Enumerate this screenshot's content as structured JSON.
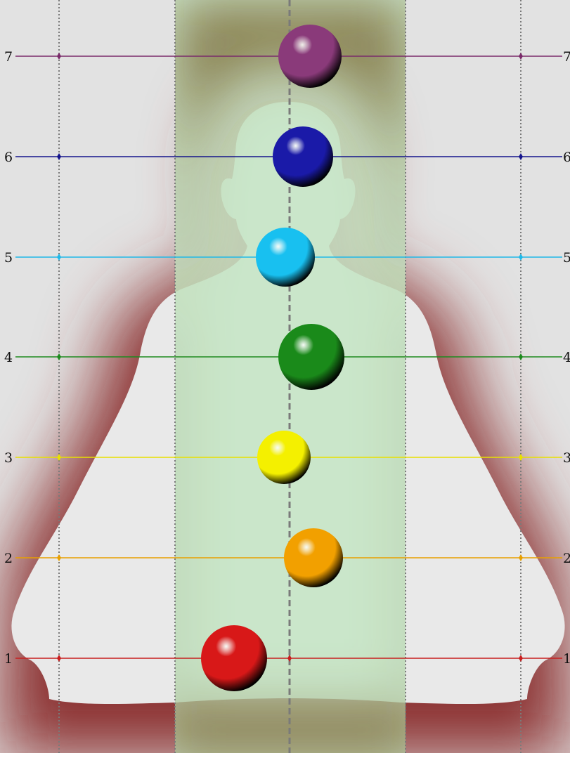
{
  "levels": [
    {
      "num": "1",
      "color": "#c81e1e",
      "sphere": "#d81818"
    },
    {
      "num": "2",
      "color": "#e8a000",
      "sphere": "#f2a000"
    },
    {
      "num": "3",
      "color": "#e8e000",
      "sphere": "#f4f000"
    },
    {
      "num": "4",
      "color": "#1e8a1e",
      "sphere": "#1a8a1a"
    },
    {
      "num": "5",
      "color": "#1eb8e8",
      "sphere": "#18c0f0"
    },
    {
      "num": "6",
      "color": "#14148c",
      "sphere": "#1a1aa8"
    },
    {
      "num": "7",
      "color": "#7a2a6a",
      "sphere": "#8a3a7a"
    }
  ],
  "colors": {
    "background": "#e2e2e2",
    "aura": "#8c3030",
    "silhouette": "#e9e9e9",
    "center_band": "#c8e6c8",
    "grid_dots": "#7a7a7a"
  }
}
